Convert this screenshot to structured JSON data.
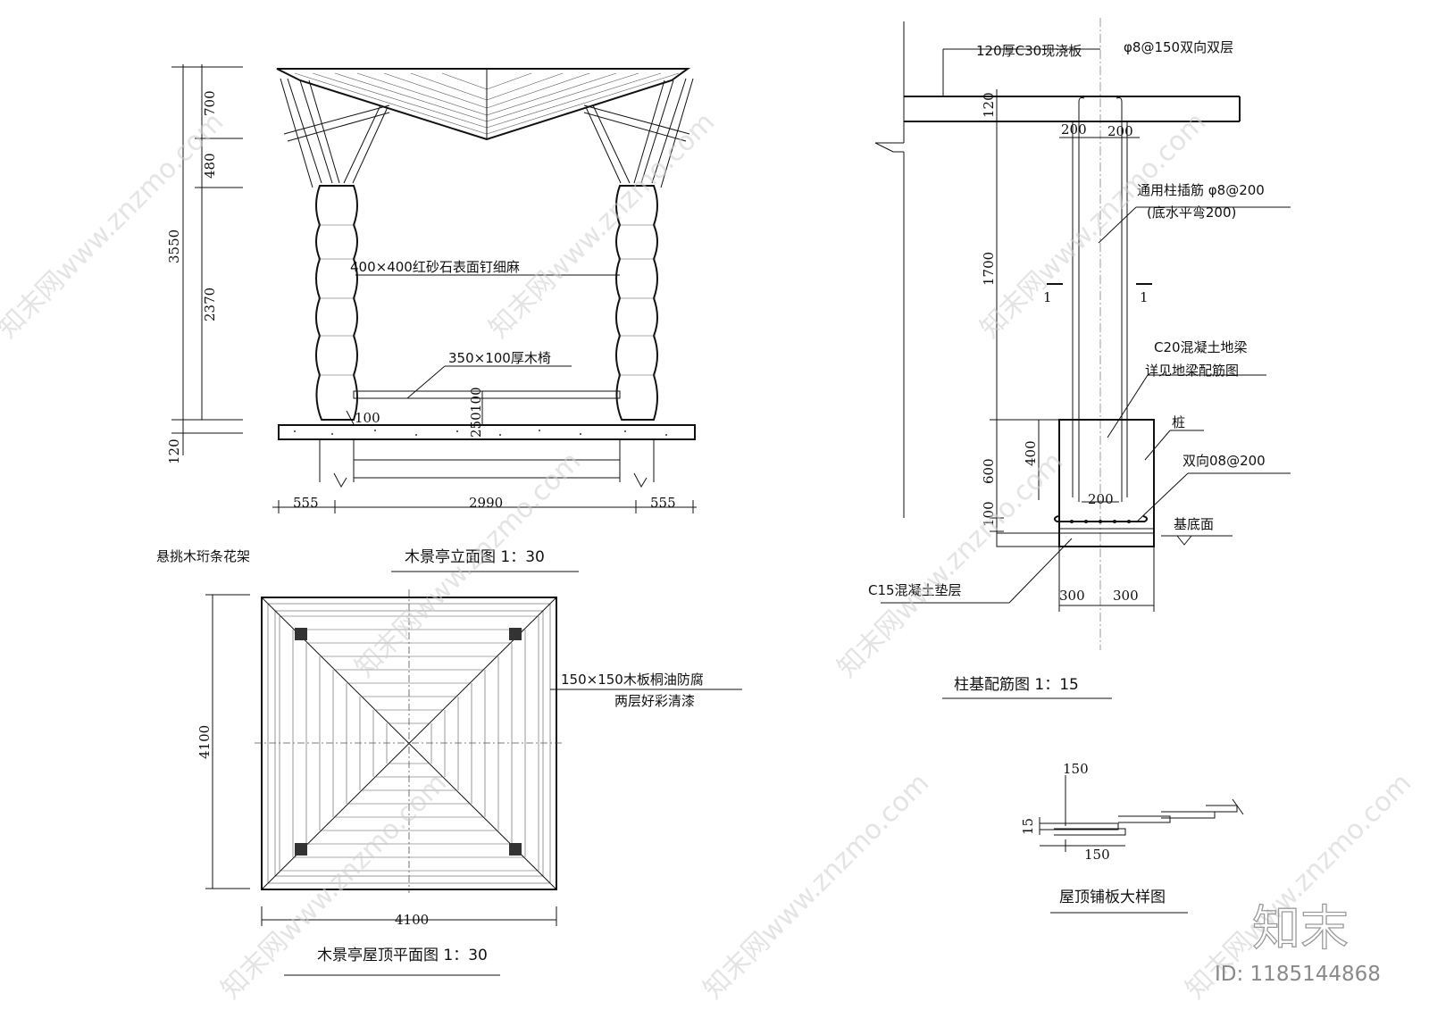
{
  "elevation": {
    "title": "木景亭立面图 1：30",
    "dims_left": [
      "700",
      "480",
      "3550",
      "2370",
      "120"
    ],
    "dims_bottom": [
      "555",
      "2990",
      "555"
    ],
    "dims_bench": [
      "100",
      "250",
      "100"
    ],
    "callout_column": "400×400红砂石表面钉细麻",
    "callout_bench": "350×100厚木椅"
  },
  "plan": {
    "caption": "悬挑木珩条花架",
    "title": "木景亭屋顶平面图 1：30",
    "dim_left": "4100",
    "dim_bottom": "4100",
    "callout_line1": "150×150木板桐油防腐",
    "callout_line2": "两层好彩清漆"
  },
  "footing": {
    "title": "柱基配筋图 1：15",
    "label_slab": "120厚C30现浇板",
    "label_slab_rebar": "φ8@150双向双层",
    "label_dowel": "通用柱插筋 φ8@200",
    "label_dowel_note": "(底水平弯200)",
    "label_beam": "C20混凝土地梁",
    "label_beam_note": "详见地梁配筋图",
    "label_pile": "桩",
    "label_mesh": "双向08@200",
    "label_base": "基底面",
    "label_cushion": "C15混凝土垫层",
    "section_mark": "1",
    "dims": [
      "120",
      "200",
      "200",
      "1700",
      "400",
      "600",
      "100",
      "200",
      "300",
      "300"
    ]
  },
  "detail": {
    "title": "屋顶铺板大样图",
    "dims": [
      "150",
      "15",
      "150"
    ]
  },
  "watermark": {
    "site": "知末网www.znzmo.com",
    "brand": "知末",
    "id": "ID: 1185144868"
  }
}
